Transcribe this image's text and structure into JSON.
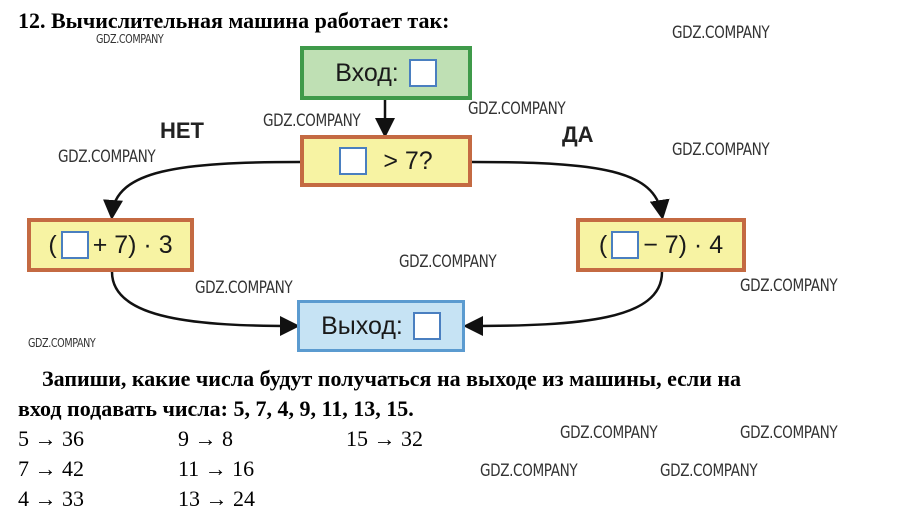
{
  "title": "12. Вычислительная машина работает так:",
  "diagram": {
    "input_label": "Вход:",
    "condition": "> 7?",
    "no_label": "НЕТ",
    "yes_label": "ДА",
    "left_formula_open": "(",
    "left_formula_rest": "+ 7) · 3",
    "right_formula_open": "(",
    "right_formula_rest": "− 7) · 4",
    "output_label": "Выход:"
  },
  "watermark": "GDZ.COMPANY",
  "task": {
    "line1": "Запиши, какие числа будут получаться на выходе из машины, если на",
    "line2": "вход подавать числа: 5, 7, 4, 9, 11, 13, 15."
  },
  "answers": [
    "5 → 36",
    "7 → 42",
    "4 → 33",
    "9 → 8",
    "11 → 16",
    "13 → 24",
    "15 → 32"
  ]
}
